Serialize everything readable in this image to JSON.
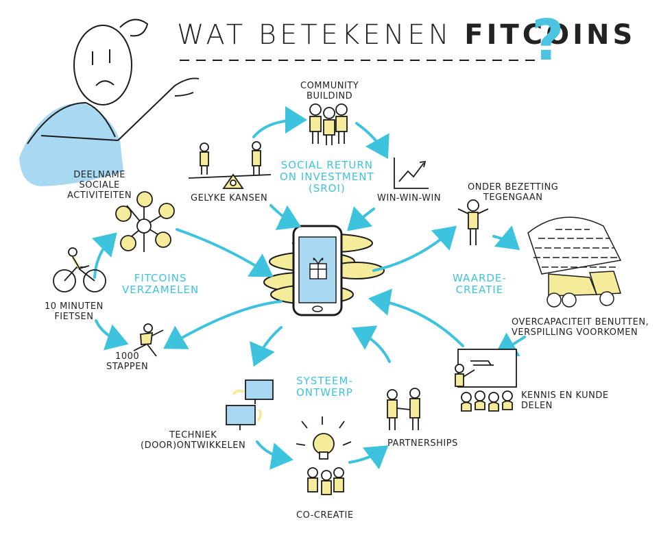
{
  "title": {
    "prefix": "WAT BETEKENEN",
    "highlight": "FITCOINS",
    "question_mark": "?"
  },
  "center": {
    "top": {
      "title_lines": [
        "SOCIAL RETURN",
        "ON INVESTMENT",
        "(SROI)"
      ]
    },
    "left": {
      "title_lines": [
        "FITCOINS",
        "VERZAMELEN"
      ]
    },
    "right": {
      "title_lines": [
        "WAARDE-",
        "CREATIE"
      ]
    },
    "bottom": {
      "title_lines": [
        "SYSTEEM-",
        "ONTWERP"
      ]
    }
  },
  "nodes": {
    "community_building": [
      "COMMUNITY",
      "BUILDIND"
    ],
    "gelijke_kansen": [
      "GELYKE KANSEN"
    ],
    "win_win_win": [
      "WIN-WIN-WIN"
    ],
    "deelname": [
      "DEELNAME",
      "SOCIALE",
      "ACTIVITEITEN"
    ],
    "fietsen": [
      "10 MINUTEN",
      "FIETSEN"
    ],
    "stappen": [
      "1000",
      "STAPPEN"
    ],
    "onderbezetting": [
      "ONDER BEZETTING",
      "TEGENGAAN"
    ],
    "overcapaciteit": [
      "OVERCAPACITEIT BENUTTEN,",
      "VERSPILLING VOORKOMEN"
    ],
    "kennis": [
      "KENNIS EN KUNDE",
      "DELEN"
    ],
    "techniek": [
      "TECHNIEK",
      "(DOOR)ONTWIKKELEN"
    ],
    "partnerships": [
      "PARTNERSHIPS"
    ],
    "co_creatie": [
      "CO-CREATIE"
    ]
  },
  "colors": {
    "accent_blue": "#3ec3de",
    "highlight_yellow": "#f4ec9a",
    "shirt_blue": "#a9d8f2",
    "ink": "#1a1a1a"
  }
}
